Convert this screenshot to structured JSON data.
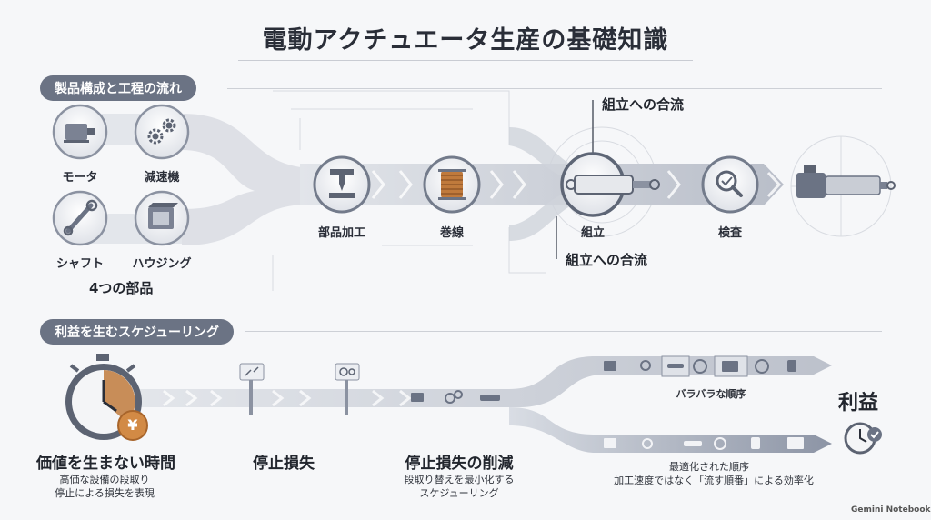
{
  "title": "電動アクチュエータ生産の基礎知識",
  "section1": {
    "header": "製品構成と工程の流れ",
    "parts": [
      {
        "label": "モータ",
        "icon": "motor-icon"
      },
      {
        "label": "減速機",
        "icon": "gears-icon"
      },
      {
        "label": "シャフト",
        "icon": "shaft-icon"
      },
      {
        "label": "ハウジング",
        "icon": "housing-icon"
      }
    ],
    "parts_caption": "4つの部品",
    "processes": [
      {
        "label": "部品加工",
        "icon": "machining-icon"
      },
      {
        "label": "巻線",
        "icon": "coil-icon"
      },
      {
        "label": "組立",
        "icon": "cylinder-icon"
      },
      {
        "label": "検査",
        "icon": "inspection-icon"
      }
    ],
    "merge_top": "組立への合流",
    "merge_bottom": "組立への合流",
    "product_icon": "actuator-icon"
  },
  "section2": {
    "header": "利益を生むスケジューリング",
    "stages": [
      {
        "title": "価値を生まない時間",
        "sub1": "高価な設備の段取り",
        "sub2": "停止による損失を表現"
      },
      {
        "title": "停止損失",
        "sub1": "",
        "sub2": ""
      },
      {
        "title": "停止損失の削減",
        "sub1": "段取り替えを最小化する",
        "sub2": "スケジューリング"
      }
    ],
    "random_order": "バラバラな順序",
    "optimized_order": "最適化された順序",
    "optimized_sub": "加工速度ではなく「流す順番」による効率化",
    "profit": "利益",
    "yen_symbol": "¥"
  },
  "footer": "Gemini Notebook",
  "colors": {
    "accent": "#6b7384",
    "band": "#c6cad3",
    "dark_band": "#7a8294",
    "copper": "#c07a3c"
  }
}
